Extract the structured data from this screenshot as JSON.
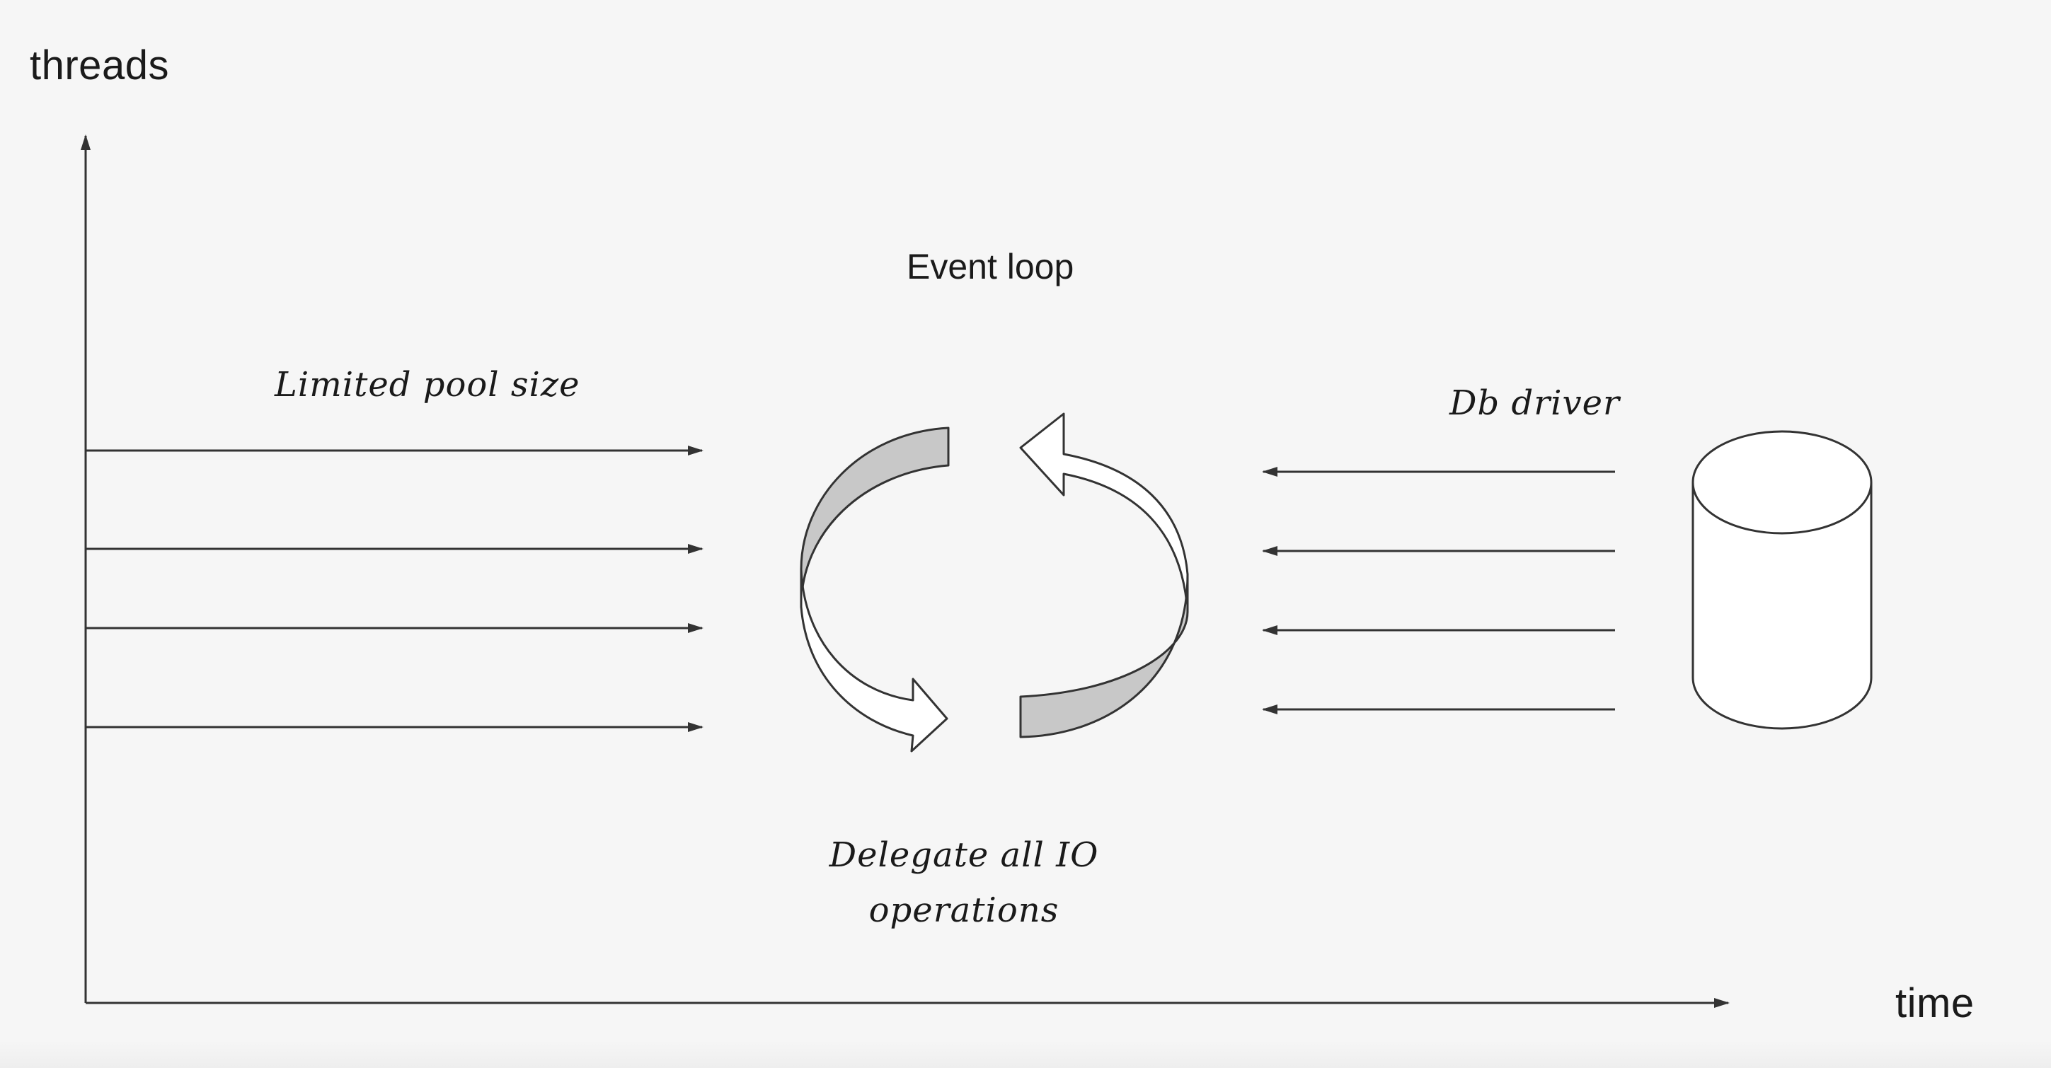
{
  "axes": {
    "y_label": "threads",
    "x_label": "time"
  },
  "annotations": {
    "event_loop": "Event loop",
    "pool": "Limited pool size",
    "driver": "Db driver",
    "delegate": "Delegate all IO operations"
  },
  "colors": {
    "background": "#f6f6f6",
    "stroke": "#333333",
    "loop_fill": "#c8c8c8"
  },
  "icons": {
    "loop": "circular-arrows-icon",
    "database": "database-cylinder-icon"
  }
}
